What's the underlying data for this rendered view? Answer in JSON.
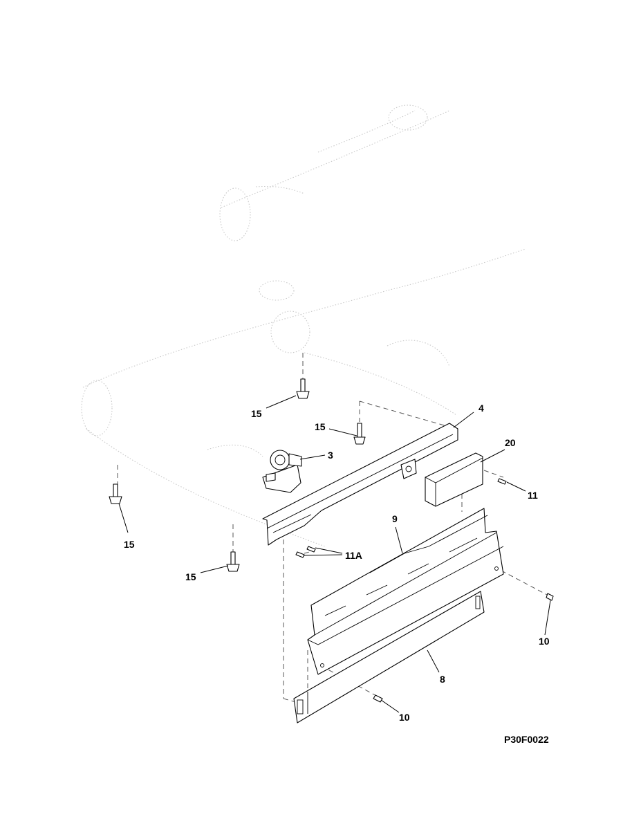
{
  "diagram": {
    "reference_code": "P30F0022",
    "callouts": {
      "leg_front_left": "15",
      "leg_rear_mid": "15",
      "leg_left": "15",
      "leg_front": "15",
      "valve": "3",
      "rail": "4",
      "bracket": "20",
      "screw_bracket": "11",
      "screws_rail": "11A",
      "toe_panel": "9",
      "kick_plate": "8",
      "screw_right": "10",
      "screw_bottom": "10"
    }
  }
}
